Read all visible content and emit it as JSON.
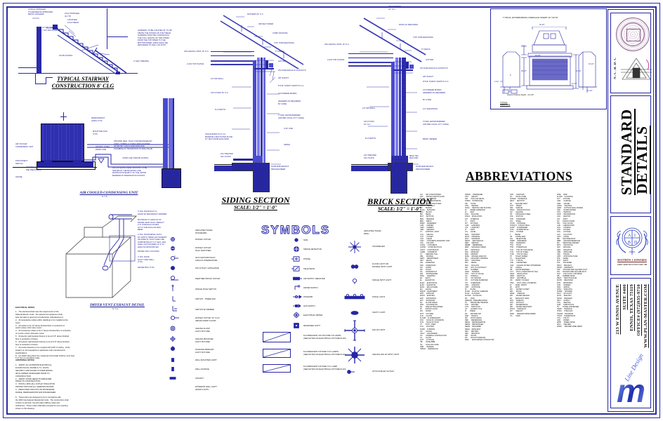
{
  "sheet": {
    "title": "STANDARD DETAILS",
    "border_color": "#2626a6"
  },
  "details": {
    "stairway": {
      "title": "TYPICAL STAIRWAY",
      "subtitle": "CONSTRUCTION 8' CLG",
      "notes": [
        "ATTACH STRINGER\nTO HEADER W/ APPROVED\nMETAL HANGERS",
        "2X12 STRINGER\n(3) TYP",
        "1X8 RISER\n1X12 TREAD",
        "11\" MIN TREAD\n7 3/4\" MAX RISER",
        "HANDRAIL TO BE LOCATED 34\" TO 38\"\nABOVE THE NOSING OF THE TREAD.\nHANDRAIL MUST BE CONTINUOUS\nTHE FULL LENGTH OF THE STAIRS\nFROM THE TOP RISER TO THE\nBOTTOM RISER. ENDS SHALL BE\nRETURNED TO WALL OR POST",
        "2X4 BLOCKING",
        "4\" MAX OPENING"
      ]
    },
    "condensing_unit": {
      "title": "AIR COOLED CONDENSING UNIT",
      "subtitle": "N.T.S.",
      "notes": [
        "DISCONNECT\nSWITCH",
        "AIR COOLED\nCONDENSING UNIT",
        "MOUNTING PAD\n(TYP)",
        "REFRIGERANT\nLINES (TYP)",
        "P-TRAP",
        "3/4\" PVC COND.\nDRAIN LINE",
        "PROVIDE SEAL TIGHT FOR REFRIGERANT\nLINES, TUBING & COND LINES AT POINT\nOF ENTRY. CAULK AND INSULATE\nPLUMBING AT TRANSITION TO WALL/SLAB",
        "COND LINE THRU BLOCKING",
        "ALL EXTERIOR PENETRATIONS TO BE\nSEALED AT THE BUILDING LINE.\nMAINTAIN INTEGRITY OF THE VAPOR\nBARRIER AT PENETRATION POINTS",
        "GRADE",
        "4\" THICK CONCRETE\nPAD PER PLANS"
      ]
    },
    "dryer_vent": {
      "title": "DRYER VENT EXHAUST DETAIL",
      "subtitle": "N.T.S.",
      "notes": [
        "4\" DIA. RIGID DUCT &\nHOOD W/ BACKDRAFT DAMPER",
        "MAXIMUM 14' LENGTH OF\nDRYER VENT DUCT. DEDUCT\n2'-6\" FOR EACH 45 DEG.\n& 5'-0\" FOR EACH 90 DEG.\nBEND",
        "4\" DIA. RIGID METAL DUCT\nW/ JOINTS TAPED (NO SCREWS\nOR RIVETS). DUCT SHALL BE\nSUPPORTED AT 6'-0\" MAX. AND\nSHALL NOT EXCEED 14'-0\" IN\nLENGTH FROM DRYER",
        "DRYER UNIT LOCATION",
        "4\" DIA. RIGID\nDUCT THRU WALL\n(TYP)",
        "DRYER BOX (TYP)"
      ]
    },
    "fireplace": {
      "title": "TYPICAL WOODBURNING FIREPLACE INSERT 42\" OR 36\"",
      "caption": "Interior Firebox Depth - 24 1/2\"",
      "label": "TYPICAL\nFIREPLACE",
      "dims": [
        "36 1/2\"",
        "7 1/2\"",
        "44 3/4\"",
        "38 1/4\"",
        "24 1/2\"",
        "32 1/2\"",
        "21 1/2\"",
        "4 1/2\"",
        "6\"",
        "12 1/2\""
      ]
    },
    "siding_section": {
      "title": "SIDING SECTION",
      "scale": "SCALE: 1/2\" = 1'-0\"",
      "callouts_top": [
        "RAFTERS 24\" O.C",
        "30# FELT PAPER",
        "COMP. ROOFING",
        "7/16\" OSB SHEATHING",
        "6\" FASCIA",
        "GUTTER",
        "2X4 SUB-FASCIA & LOOKOUTS",
        "3/8\" SOFFIT",
        "8\"X16\" SOFFIT VENTS 8' O.C.",
        "1X4 FREEZE BOARD",
        "HEADERS AS REQUIRED\nBY CODE",
        "TYVEK-VAPOR BARRIER\n(OR PER LOCAL CITY CODE)",
        "7/16\" OSB",
        "SIDING",
        "SLAB SIZE DETAILS\nPER ENGINEER"
      ],
      "callouts_left": [
        "2X6 CEILING JOIST 16\" O.C.",
        "2-2X4 TOP PLATES",
        "1/2\" DRYWALL",
        "2X4 STUDS 16\" O.C.",
        "R-13 BATTS",
        "ANCHOR BOLTS 6' O.C.\nMINIMUM 2 BOLTS PER PLATE\n12\" MAX FROM EACH END",
        "2X4 TREATED\nSILL PLATE"
      ]
    },
    "brick_section": {
      "title": "BRICK SECTION",
      "scale": "SCALE: 1/2\" = 1'-0\"",
      "callouts_top": [
        "2X6 RAFTERS\n24\" O.C.",
        "ROOF AS SPECIFIED",
        "7/16\" OSB SHEATHING",
        "6\" FASCIA",
        "GUTTER",
        "2X4 SUB-FASCIA & LOOKOUTS",
        "3/8\" SOFFIT",
        "8\"X16\" SOFFIT VENTS 8' O.C.",
        "1X4 FREEZE BOARD\nHEADERS AS REQUIRED",
        "BY CODE",
        "1/2\" SHEATHING",
        "TYVEK-VAPOR BARRIER\n(OR PER LOCAL CITY CODE)",
        "BRICK VENEER",
        "BRICK TIES\nPER CODE",
        "SLAB SIZE DETAILS\nPER ENGINEER"
      ],
      "callouts_left": [
        "2X6 CEILING JOIST 16\" O.C.",
        "2-2X4 TOP PLATES",
        "1/2\" DRYWALL",
        "2X4 STUDS\n16\" O.C.",
        "R-13 BATTS",
        "2X4 TREATED\nSILL PLATE"
      ]
    }
  },
  "symbols": {
    "heading": "SYMBOLS",
    "col1_header": "ARCHITECTURAL\nSTANDARD",
    "col1": [
      "DUPLEX OUTLET",
      "DUPLEX OUTLET\nHALF SWITCHED",
      "GFCI GROUND FAULT\nCIRCUIT INTERRUPTER",
      "220 OUTLET / APPLIANCE",
      "WEATHER PROOF OUTLET",
      "SINGLE POLE SWITCH",
      "SWITCH - THREE WAY",
      "SWITCH W/ DIMMER",
      "DUPLEX OUTLET 42\" A.F.F.\nABOVE FINISH FLOOR",
      "CEILING FLUSH\nLIGHT FIXTURE",
      "CEILING MOUNTED\nLIGHT FIXTURE",
      "HANGING PENDANT\nLIGHT FIXTURE",
      "WALL MOUNTED LIGHT",
      "WALL SCONCE",
      "UPLIGHT",
      "EXTERIOR WALL LIGHT\n(DOWN LIGHT)"
    ],
    "col2": [
      "SINK",
      "SMOKE DETECTOR",
      "PHONE",
      "TELEVISION",
      "AIR SUPPLY REGISTER",
      "WATER SUPPLY",
      "HOSE BIB",
      "GAS SUPPLY",
      "ELECTRICAL METER",
      "RECESSED LIGHT",
      "FLUORESCENT 2X4 FIXTURE T-8 LAMPS\n(SEE NOTES ON ELECTRICAL FIXTURE PLAN)",
      "FLUORESCENT FIXTURE T-8 3 LAMPS\n(SEE NOTES ON ELECTRICAL FIXTURE PLAN)",
      "FLUORESCENT FIXTURE T-8 2 LAMP\n(SEE NOTES ON ELECTRICAL FIXTURE PLAN)"
    ],
    "col3_header": "ARCHITECTURAL\nMISC",
    "col3": [
      "CHANDELIER",
      "FLOOD LIGHT OR\nDOUBLE SPOT LIGHT",
      "SINGLE SPOT LIGHT",
      "TRACK LIGHT",
      "VANITY LIGHT",
      "FAN W/ LIGHT",
      "CEILING FAN W/ SPOT LIGHT",
      "ATTIC DUPLEX OUTLET",
      "THERMOSTAT / DUPLEX OUTLET"
    ]
  },
  "abbreviations": {
    "heading": "ABBREVIATIONS",
    "columns": [
      "A/C      AIR CONDITIONER\nAFF      ABOVE FINISH FLOOR\nALUM     ALUMINUM\nAPPROX   APPROXIMATE\nARCH     ARCHITECTURAL\nASPH     ASPHALT\nBD       BOARD\nBLDG     BUILDING\nBLK      BLOCK\nBM       BEAM\nBOT      BOTTOM\nBRG      BEARING\nBRK      BRICK\nBSMT     BASEMENT\nCAB      CABINET\nCEM      CEMENT\nCER      CERAMIC\nCJ       CONTROL JOINT\nCLG      CEILING\nCLO      CLOSET\nCLR      CLEAR\nCMU      CONCRETE MASONRY UNIT\nCOL      COLUMN\nCONC     CONCRETE\nCONST    CONSTRUCTION\nCONT     CONTINUOUS\nCORR     CORRIDOR\nCT       CERAMIC TILE\nDBL      DOUBLE\nDEPT     DEPARTMENT\nDET      DETAIL\nDIA      DIAMETER\nDIM      DIMENSION\nDN       DOWN\nDR       DOOR\nDS       DOWNSPOUT\nDW       DISHWASHER\nDWG      DRAWING\nEA       EACH\nEL       ELEVATION\nELEC     ELECTRICAL\nELEV     ELEVATOR\nENCL     ENCLOSURE\nEQ       EQUAL\nEQUIP    EQUIPMENT\nEXH      EXHAUST\nEXIST    EXISTING\nEXP      EXPANSION\nEXT      EXTERIOR\nFD       FLOOR DRAIN\nFDN      FOUNDATION\nFE       FIRE EXTINGUISHER\nFF       FINISH FLOOR\nFIN      FINISH\nFIXT     FIXTURE\nFLR      FLOOR\nFLUOR    FLUORESCENT\nFOC      FACE OF CONCRETE\nFOS      FACE OF STUD\nFT       FOOT / FEET\nFTG      FOOTING\nFURR     FURRING\nGA       GAUGE\nGALV     GALVANIZED\nGC       GENERAL CONTRACTOR\nGL       GLASS\nGYP      GYPSUM\nHB       HOSE BIBB\nHC       HOLLOW CORE\nHDR      HEADER\nHDWD     HARDWOOD",
      "HDWR     HARDWARE\nHGT      HEIGHT\nHM       HOLLOW METAL\nHORIZ    HORIZONTAL\nHR       HOUR\nHTR      HEATER\nHVAC     HEATING VENTILATING\nID       INSIDE DIAMETER\nIN       INCH\nINCL     INCLUDE\nINSUL    INSULATION\nINT      INTERIOR\nJT       JOINT\nKIT      KITCHEN\nLAM      LAMINATE\nLAV      LAVATORY\nLT       LIGHT\nLVL      LEVEL\nMAS      MASONRY\nMATL     MATERIAL\nMAX      MAXIMUM\nMECH     MECHANICAL\nMED      MEDIUM\nMEMB     MEMBRANE\nMFR      MANUFACTURER\nMH       MANHOLE\nMIN      MINIMUM\nMIR      MIRROR\nMISC     MISCELLANEOUS\nMO       MASONRY OPENING\nMTD      MOUNTED\nMTL      METAL\nMUL      MULLION\nNIC      NOT IN CONTRACT\nNO       NUMBER\nNOM      NOMINAL\nNTS      NOT TO SCALE\nOA       OVERALL\nOC       ON CENTER\nOD       OUTSIDE DIAMETER\nOH       OVERHEAD\nOPG      OPENING\nOPP      OPPOSITE\nPL       PLATE\nPLAM     PLASTIC LAMINATE\nPLAS     PLASTER\nPLYWD    PLYWOOD\nPR       PAIR\nPREFAB   PREFABRICATED\nPT       PRESSURE TREATED\nPTD      PAINTED\nPTN      PARTITION\nQT       QUARRY TILE\nR        RISER\nRA       RETURN AIR\nRAD      RADIUS\nRD       ROOF DRAIN\nREF      REFERENCE\nREFR     REFRIGERATOR\nREINF    REINFORCED\nREQD     REQUIRED\nRESIL    RESILIENT\nRET      RETURN\nREV      REVISION\nRM       ROOM\nRO       ROUGH OPENING\nRWC      RAIN WATER CONDUCTOR",
      "SAN      SANITARY\nSC       SOLID CORE\nSCHED    SCHEDULE\nSECT     SECTION\nSF       SQUARE FEET\nSHT      SHEET\nSIM      SIMILAR\nSPEC     SPECIFICATION\nSQ       SQUARE\nSS       STAINLESS STEEL\nSTA      STATION\nSTD      STANDARD\nSTL      STEEL\nSTOR     STORAGE\nSTRUCT   STRUCTURAL\nSUSP     SUSPENDED\nSYM      SYMMETRICAL\nSYS      SYSTEM\nT        TREAD\nTB       TOWEL BAR\nTEL      TELEPHONE\nTEMP     TEMPERED\nTER      TERRAZZO\nTHK      THICK\nTHR      THRESHOLD\nTOC      TOP OF CONCRETE\nTOS      TOP OF STEEL\nTOW      TOP OF WALL\nTP       TOILET PAPER\nTV       TELEVISION\nTYP      TYPICAL\nUNF      UNFINISHED\nUNO      UNLESS NOTED OTHERWISE\nUR       URINAL\nVB       VAPOR BARRIER\nVCT      VINYL COMPOSITION TILE\nVENT     VENTILATOR\nVERT     VERTICAL\nVEST     VESTIBULE\nVIF      VERIFY IN FIELD\nVWC      VINYL WALL COVERING\nW        WIDE / WIDTH\nW/       WITH\nWC       WATER CLOSET\nWD       WOOD\nWDW      WINDOW\nWH       WATER HEATER\nWI       WROUGHT IRON\nWIN      WINDOW\nW/O      WITHOUT\nWP       WATERPROOF\nWR       WATER RESISTANT\nWSCT     WAINSCOT\nWT       WEIGHT\nWWF      WELDED WIRE FABRIC\nYD       YARD",
      "FIRE     FIRE\nFLASH    FLASHING\nFUT      FUTURE\nGAR      GARAGE\nGRD      GRADE\nGRTG     GRATING\nGWB      GYPSUM WALL BOARD\nHDC      HANDICAPPED\nHTG      HEATING\nINFO     INFORMATION\nJAN      JANITOR\nJST      JOIST\nKD       KNOCK DOWN\nKPL      KICK PLATE\nLAB      LABORATORY\nLDG      LANDING\nLKR      LOCKER\nLNG      LOUNGE\nLOC      LOCATION\nLNTL     LINTEL\nMB       MACHINE BOLT\nMBR      MASTER BEDROOM\nMC       MEDICINE CABINET\nMTG      MOUNTING\nNAT      NATURAL\nNEG      NEGATIVE\nOBS      OBSCURE\nOFF      OFFICE\nOPH      OPPOSITE HAND\nPNL      PANEL\nPNT      PAINT\nPOL      POLISHED\nPROJ     PROJECT\nPROP     PROPERTY\nPSF      POUNDS PER SQUARE FOOT\nPSI      POUNDS PER SQUARE INCH\nPVC      POLYVINYL CHLORIDE\nRB       RUBBER BASE\nRECT     RECTANGULAR\nRGTR     REGISTER\nRTN      RETAINING\nSCR      SCREEN\nSDG      SIDING\nSHLV     SHELVING\nSHWR     SHOWER\nSKLT     SKYLIGHT\nSLNT     SEALANT\nSPKR     SPEAKER\nSPLY     SUPPLY\nSTG      SEATING\nSUB      SUBSTITUTE\nTD       TOWEL DISPENSER\nTERR     TERRACE\nTHRU     THROUGH\nTRANS    TRANSOM\nTSTAT    THERMOSTAT\nUTIL     UTILITY\nVAR      VARIES\nWHB      WHEEL BASE\nWLD      WELDED\nWWM      WELDED WIRE MESH"
    ]
  },
  "electrical_notes": {
    "heading": "ELECTRICAL NOTES:",
    "body": "1.   The electrical shall meet the requirements of the\nNational Electric Code.  All material and equipment shall\nbear the label or approval of Underwriter Laboratories Inc.\n2.   All receptacles outlets within dwellings to be installed at the\nsame.\n3.   All outlets to be 12\" above finished floor to centerline of\nswitch unless other wise noted.\n4.   All countertop outlets to be 4\" above finished floor to centerline\nof counter unless otherwise noted.\n5.   All electric wall brackets fixtures to be at 6'-8\" above finished\nfloor to centerline of fixture.\n6.   All exterior wall brackets fixtures to be at 6'-8\" above finished\nfloor to centerline of fixture.\n7.   All smoke detectors to be coupled with 120V of ceiling.  Verify\nlocation on all receptacles to appliances with manufacturers\nspecifications.\n8.   No switch along floor line measured horizontally shall be more than\n6'-0\" from a receptacle outlet.",
    "additional_heading": "ADDITIONAL NOTES:",
    "additional": "1.   VERIFY ALL EXTERIOR ELECTRICAL,\nFLOOR PLUGS, PHONE & T.V. JACKS,\nSECURITY AND SOUND SYSTEM WIRING\nWITH OWNER OR BUILDER PRIOR TO\nCONSTRUCTION.\n2.   VERIFY DOOR HEIGHTS W/BUILDER\nPRIOR TO CONSTRUCTION.\n3.   INSTALL MIN HALL OUTLET INSULATION\nPROTECTION FOR ALL SLEEPING ROOMS.\n4.   DEDICATED CIRCUITS OR MICROWAVE,\nRANGE, REFRIGERATOR AND DISHWASHER.",
    "footer": "5.   These plans are designed to be in compliance with\nthe 2003 International Residential Code.  The construction shall\nconform to all local, city and state building codes and\nordinances.  These codes shall take precedence over anything\nshown on this drawing."
  },
  "title_block": {
    "standard": "STANDARD",
    "details": "DETAILS",
    "seal_text": "N.C.B.D.C",
    "aibd_label": "A I B D",
    "architect_name": "MATTHEW J. EDWARDS",
    "cert": "AIBD CERTIFICATION #00-798",
    "address_lines": [
      "213 W ENNIS AVENUE",
      "SUITE #400",
      "ENNIS, TEXAS 75119",
      "OFFICE# (972)935-9710",
      "WWW.PLAN-MASTER.COM"
    ],
    "logo": "m",
    "logo_script": "Line Design"
  }
}
